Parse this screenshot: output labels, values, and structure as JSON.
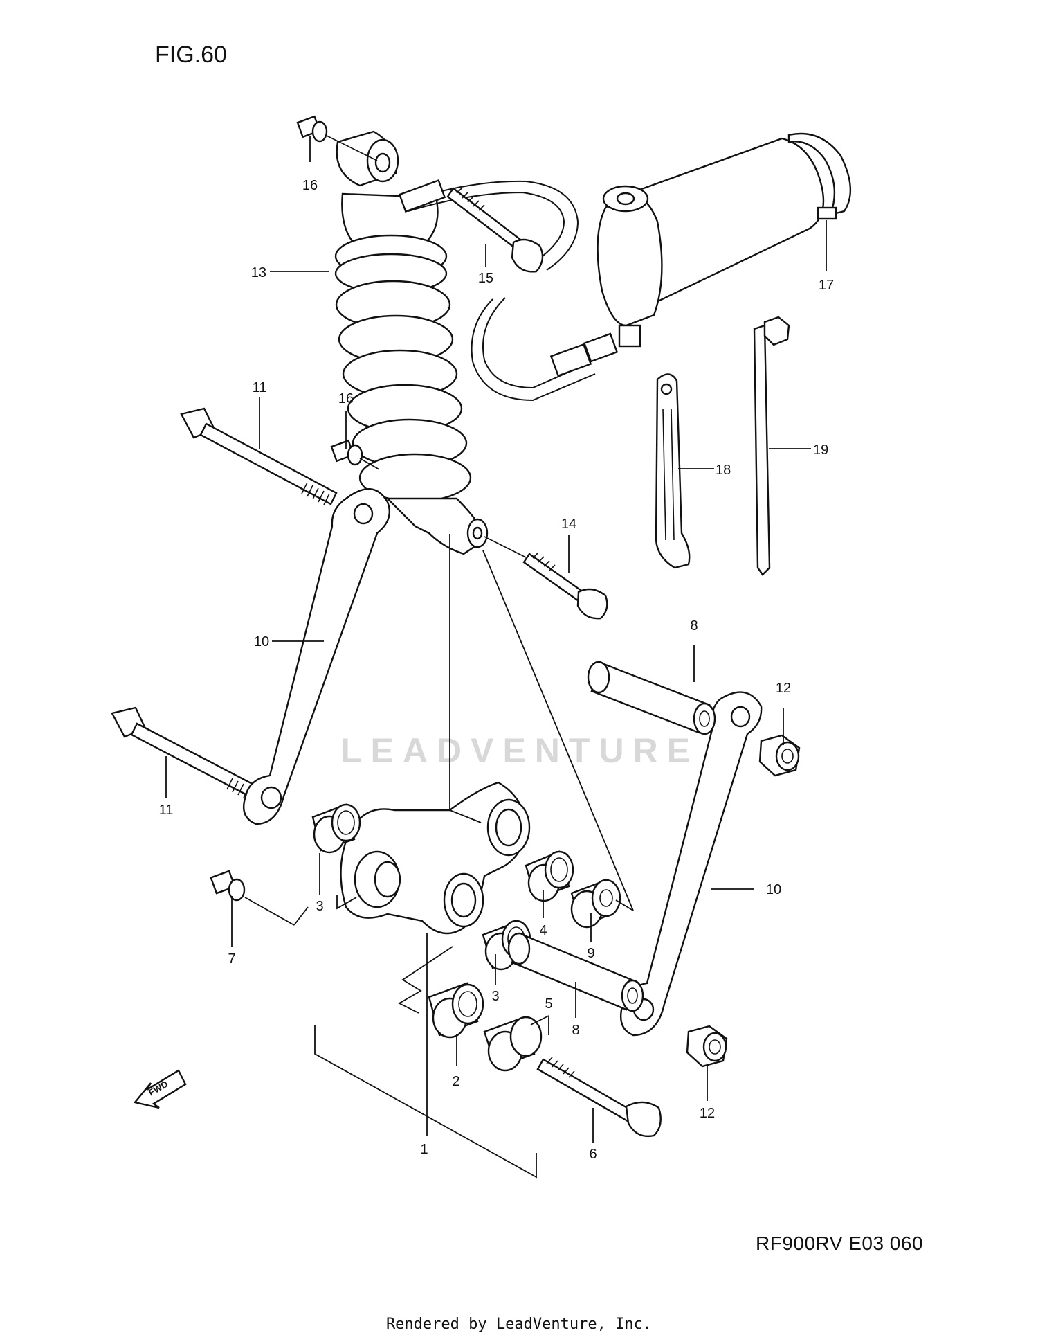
{
  "figure_title": "FIG.60",
  "diagram_code": "RF900RV E03  060",
  "footer": "Rendered by LeadVenture, Inc.",
  "watermark": "LEADVENTURE",
  "fwd_label": "FWD",
  "callouts": {
    "c1": "1",
    "c2": "2",
    "c3a": "3",
    "c3b": "3",
    "c4": "4",
    "c5": "5",
    "c6": "6",
    "c7": "7",
    "c8a": "8",
    "c8b": "8",
    "c9": "9",
    "c10a": "10",
    "c10b": "10",
    "c11a": "11",
    "c11b": "11",
    "c12a": "12",
    "c12b": "12",
    "c13": "13",
    "c14": "14",
    "c15": "15",
    "c16a": "16",
    "c16b": "16",
    "c17": "17",
    "c18": "18",
    "c19": "19"
  }
}
